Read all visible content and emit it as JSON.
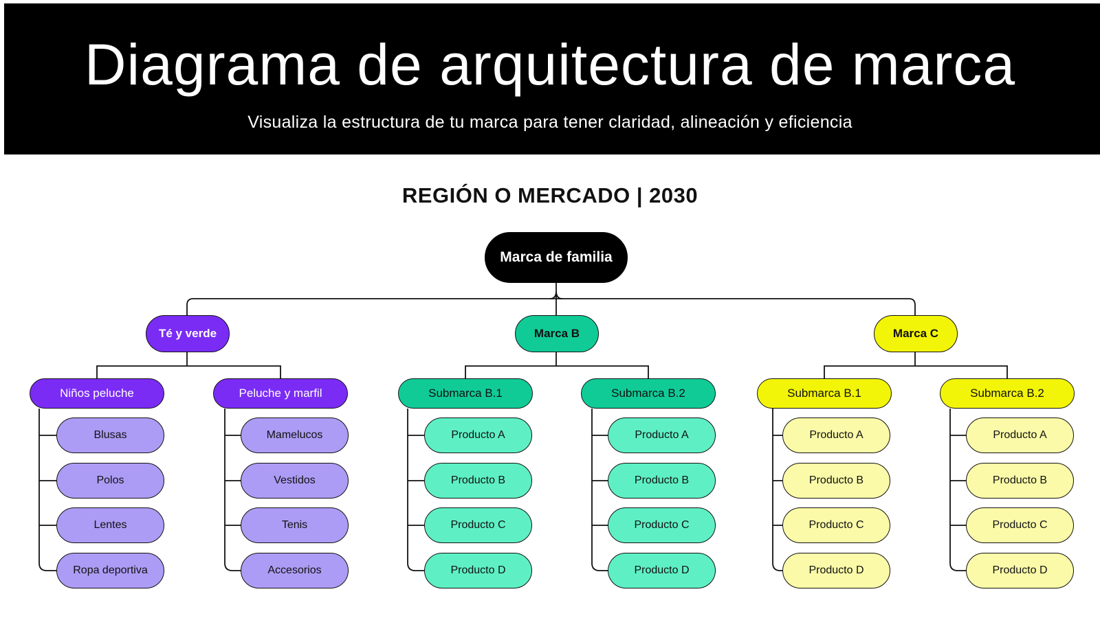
{
  "header": {
    "title": "Diagrama de arquitectura de marca",
    "subtitle": "Visualiza la estructura de tu marca para tener claridad, alineación y eficiencia"
  },
  "region": {
    "label": "REGIÓN O MERCADO | 2030"
  },
  "tree": {
    "root": {
      "label": "Marca de familia",
      "color": "#000000"
    },
    "brands": [
      {
        "label": "Té y verde",
        "color": "#7a2cf5",
        "leaf_color": "#ad9cf5",
        "subbrands": [
          {
            "label": "Niños peluche",
            "products": [
              "Blusas",
              "Polos",
              "Lentes",
              "Ropa deportiva"
            ]
          },
          {
            "label": "Peluche y marfil",
            "products": [
              "Mamelucos",
              "Vestidos",
              "Tenis",
              "Accesorios"
            ]
          }
        ]
      },
      {
        "label": "Marca B",
        "color": "#11cb97",
        "leaf_color": "#5ef0c4",
        "subbrands": [
          {
            "label": "Submarca B.1",
            "products": [
              "Producto A",
              "Producto B",
              "Producto C",
              "Producto D"
            ]
          },
          {
            "label": "Submarca B.2",
            "products": [
              "Producto A",
              "Producto B",
              "Producto C",
              "Producto D"
            ]
          }
        ]
      },
      {
        "label": "Marca C",
        "color": "#f3f508",
        "leaf_color": "#fafaa8",
        "subbrands": [
          {
            "label": "Submarca B.1",
            "products": [
              "Producto A",
              "Producto B",
              "Producto C",
              "Producto D"
            ]
          },
          {
            "label": "Submarca B.2",
            "products": [
              "Producto A",
              "Producto B",
              "Producto C",
              "Producto D"
            ]
          }
        ]
      }
    ]
  }
}
